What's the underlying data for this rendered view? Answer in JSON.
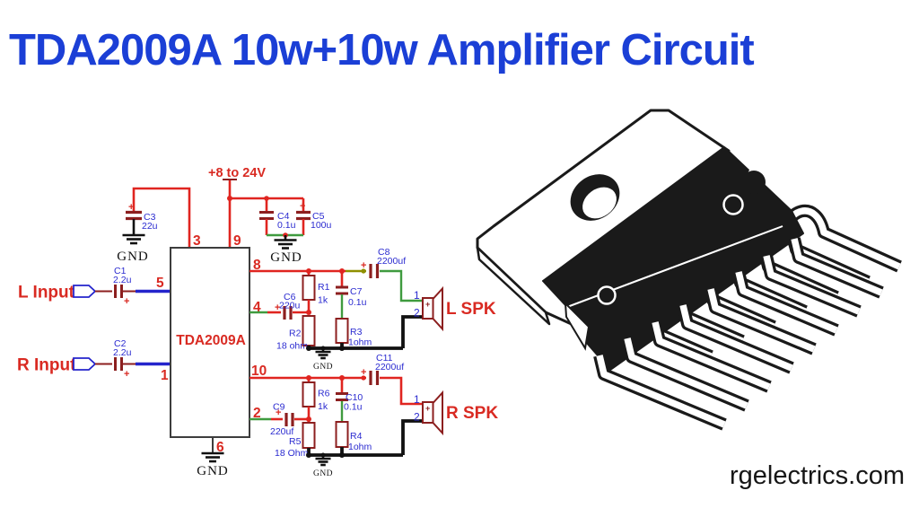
{
  "title": "TDA2009A 10w+10w Amplifier Circuit",
  "watermark": "rgelectrics.com",
  "power_label": "+8 to 24V",
  "ic_label": "TDA2009A",
  "gnd_label": "GND",
  "plus": "+",
  "pins": {
    "p1": "1",
    "p2": "2",
    "p3": "3",
    "p4": "4",
    "p5": "5",
    "p6": "6",
    "p8": "8",
    "p9": "9",
    "p10": "10"
  },
  "inputs": {
    "left": "L Input",
    "right": "R Input"
  },
  "speakers": {
    "left": "L SPK",
    "right": "R SPK",
    "terminal1": "1",
    "terminal2": "2"
  },
  "components": {
    "c1": {
      "ref": "C1",
      "value": "2.2u"
    },
    "c2": {
      "ref": "C2",
      "value": "2.2u"
    },
    "c3": {
      "ref": "C3",
      "value": "22u"
    },
    "c4": {
      "ref": "C4",
      "value": "0.1u"
    },
    "c5": {
      "ref": "C5",
      "value": "100u"
    },
    "c6": {
      "ref": "C6",
      "value": "220u"
    },
    "c7": {
      "ref": "C7",
      "value": "0.1u"
    },
    "c8": {
      "ref": "C8",
      "value": "2200uf"
    },
    "c9": {
      "ref": "C9",
      "value": "220uf"
    },
    "c10": {
      "ref": "C10",
      "value": "0.1u"
    },
    "c11": {
      "ref": "C11",
      "value": "2200uf"
    },
    "r1": {
      "ref": "R1",
      "value": "1k"
    },
    "r2": {
      "ref": "R2",
      "value": "18 ohm"
    },
    "r3": {
      "ref": "R3",
      "value": "1ohm"
    },
    "r4": {
      "ref": "R4",
      "value": "1ohm"
    },
    "r5": {
      "ref": "R5",
      "value": "18 Ohm"
    },
    "r6": {
      "ref": "R6",
      "value": "1k"
    }
  },
  "colors": {
    "title": "#1b3fd6",
    "wire_red": "#e02520",
    "wire_green": "#3f9b3f",
    "wire_blue": "#2424cc",
    "wire_black": "#111111",
    "component": "#8c1f1f",
    "label_blue": "#2b2bd0",
    "label_red": "#d92a22"
  }
}
